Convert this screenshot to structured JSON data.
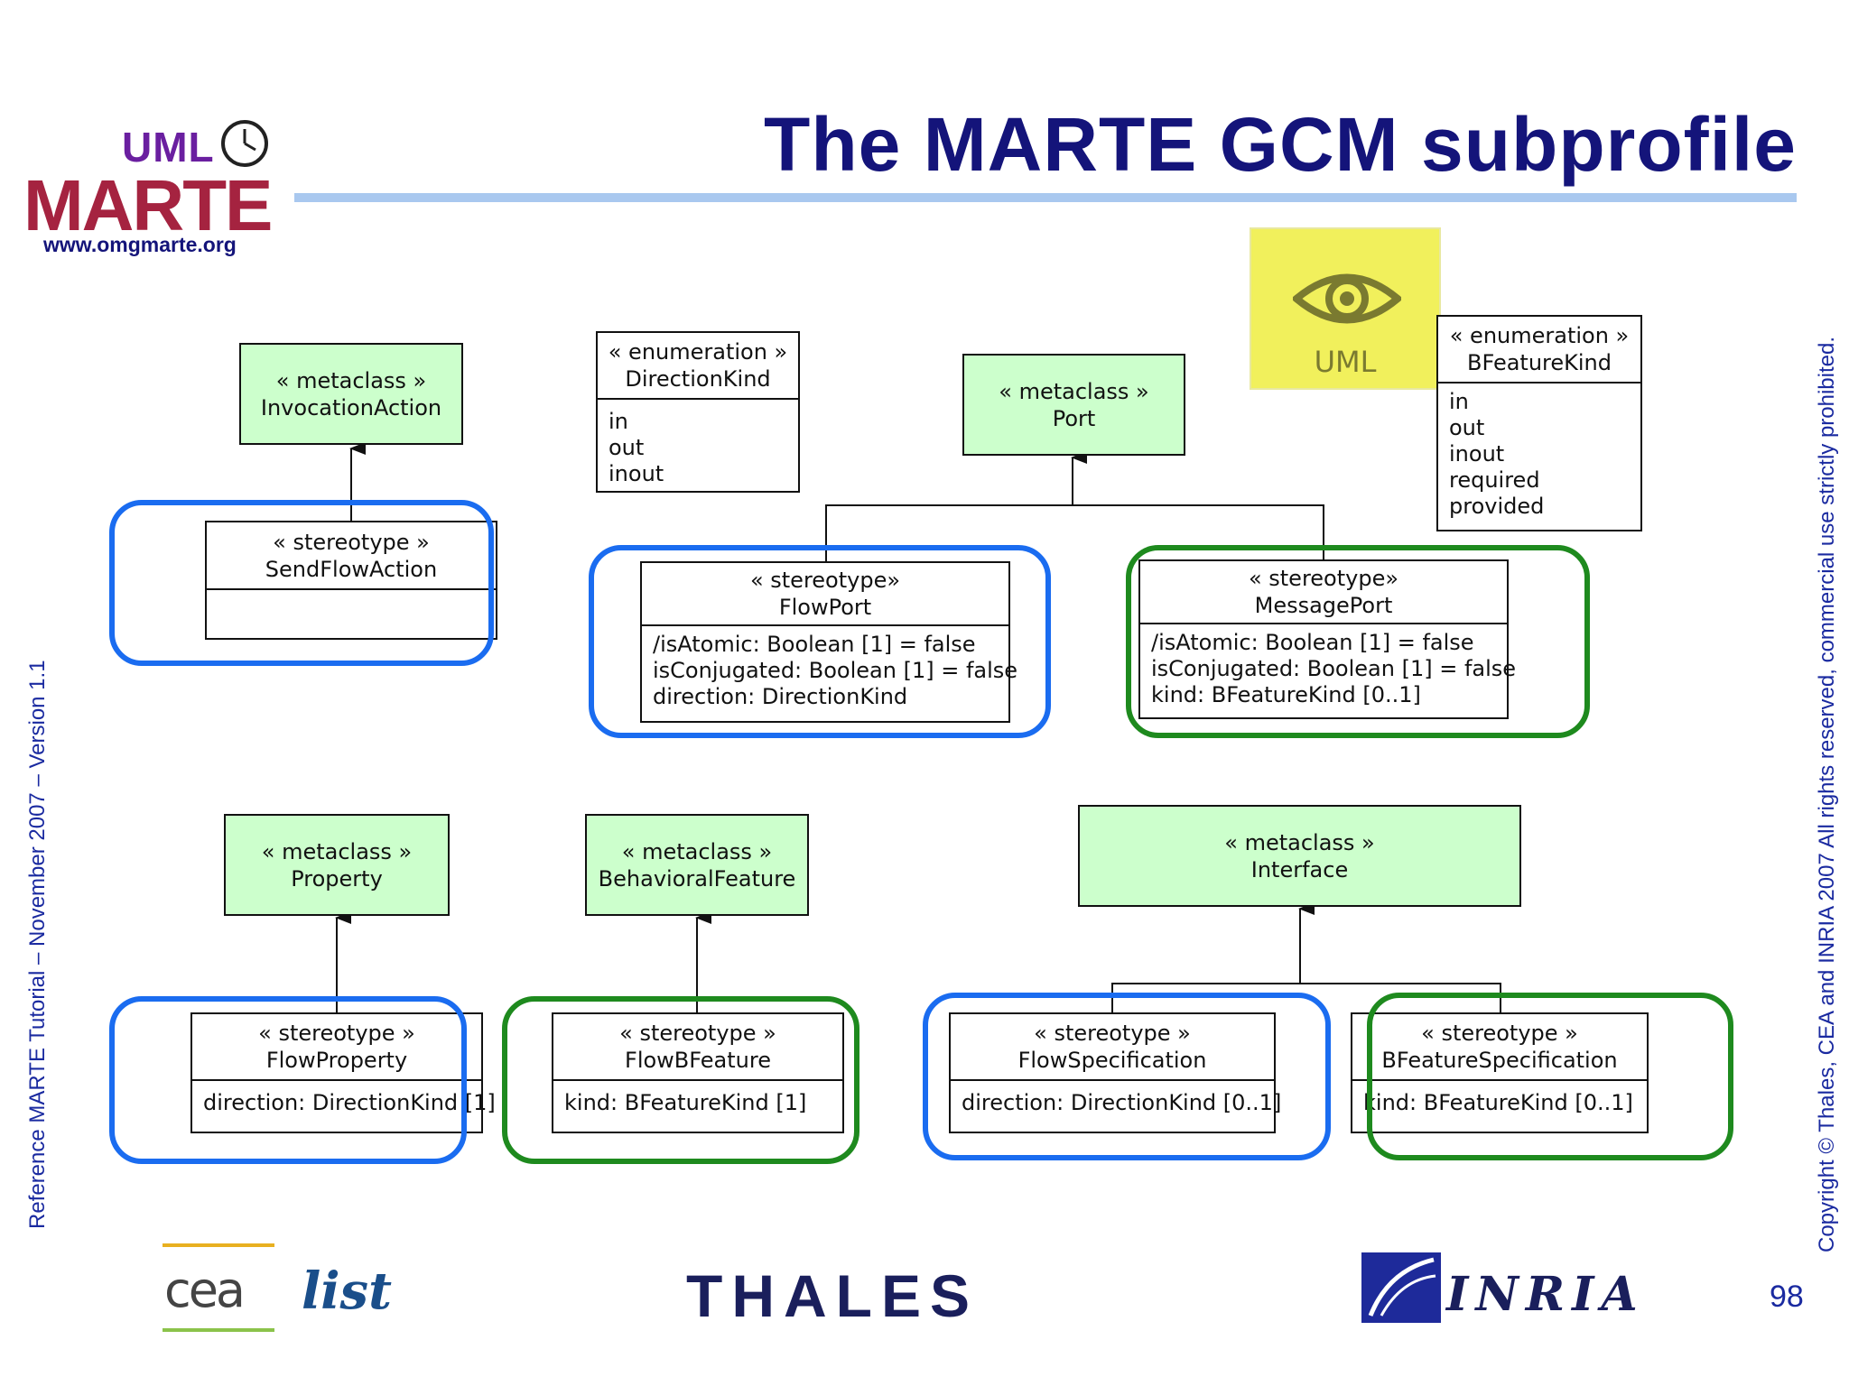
{
  "header": {
    "title": "The MARTE GCM subprofile",
    "logo_uml": "UML",
    "logo_marte": "MARTE",
    "logo_url": "www.omgmarte.org"
  },
  "side": {
    "left": "Reference MARTE Tutorial – November 2007 – Version 1.1",
    "right": "Copyright © Thales, CEA and INRIA 2007 All rights reserved, commercial use strictly prohibited."
  },
  "badge": {
    "label": "UML",
    "icon": "eye-icon"
  },
  "boxes": {
    "invocationAction": {
      "stereo": "« metaclass »",
      "name": "InvocationAction"
    },
    "sendFlowAction": {
      "stereo": "« stereotype »",
      "name": "SendFlowAction"
    },
    "directionKind": {
      "stereo": "« enumeration »",
      "name": "DirectionKind",
      "items": [
        "in",
        "out",
        "inout"
      ]
    },
    "port": {
      "stereo": "« metaclass »",
      "name": "Port"
    },
    "bFeatureKind": {
      "stereo": "« enumeration »",
      "name": "BFeatureKind",
      "items": [
        "in",
        "out",
        "inout",
        "required",
        "provided"
      ]
    },
    "flowPort": {
      "stereo": "« stereotype»",
      "name": "FlowPort",
      "attrs": [
        "/isAtomic: Boolean [1] = false",
        "isConjugated: Boolean [1] = false",
        "direction: DirectionKind"
      ]
    },
    "messagePort": {
      "stereo": "« stereotype»",
      "name": "MessagePort",
      "attrs": [
        "/isAtomic: Boolean [1] = false",
        "isConjugated: Boolean [1] = false",
        "kind: BFeatureKind [0..1]"
      ]
    },
    "property": {
      "stereo": "« metaclass »",
      "name": "Property"
    },
    "behavioralFeature": {
      "stereo": "« metaclass »",
      "name": "BehavioralFeature"
    },
    "interface": {
      "stereo": "« metaclass »",
      "name": "Interface"
    },
    "flowProperty": {
      "stereo": "« stereotype »",
      "name": "FlowProperty",
      "attrs": [
        "direction: DirectionKind [1]"
      ]
    },
    "flowBFeature": {
      "stereo": "« stereotype »",
      "name": "FlowBFeature",
      "attrs": [
        "kind: BFeatureKind [1]"
      ]
    },
    "flowSpecification": {
      "stereo": "« stereotype »",
      "name": "FlowSpecification",
      "attrs": [
        "direction: DirectionKind [0..1]"
      ]
    },
    "bFeatureSpecification": {
      "stereo": "« stereotype »",
      "name": "BFeatureSpecification",
      "attrs": [
        "kind: BFeatureKind [0..1]"
      ]
    }
  },
  "footer": {
    "cea": "cea",
    "list": "list",
    "thales": "THALES",
    "inria": "INRIA",
    "page_number": "98"
  },
  "colors": {
    "title": "#14147a",
    "metaclass_fill": "#ccffcc",
    "highlight_blue": "#1a6cf0",
    "highlight_green": "#1e8a1e",
    "badge_fill": "#f1f05c"
  }
}
